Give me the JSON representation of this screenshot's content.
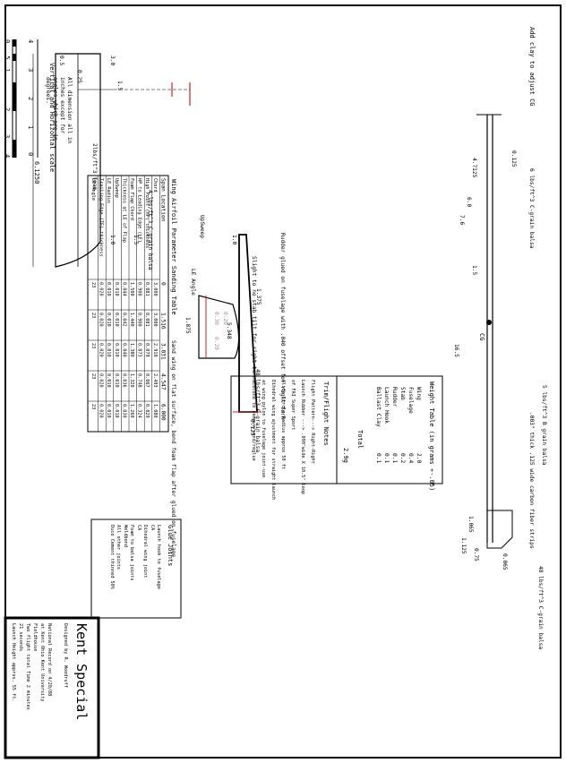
{
  "title_block": {
    "title": "Kent Special",
    "designer": "Designed by R. Woodruff",
    "notes": [
      "National Record on 4/20/88",
      "at Kent Ohio Kent University",
      "Fieldhouse",
      "Two flight total Time 2 minutes",
      "21 seconds",
      "Launch Height approx. 55 ft."
    ]
  },
  "scale": {
    "top_ticks": [
      "4",
      "3",
      "2",
      "1",
      "0"
    ],
    "bottom_ticks": [
      "0",
      ".5",
      "1",
      "2",
      "3",
      "4"
    ],
    "label": "Vertical and Horizontal scale",
    "note_lines": [
      "All dimension all in",
      "inches except for",
      "angles which are in",
      "degrees."
    ]
  },
  "wing": {
    "dims": [
      "0.5",
      "0.25",
      "3.0",
      "1.5",
      "6.1250",
      "1.0",
      "1.5"
    ],
    "foam_label": "2lbs/ft^3 foam",
    "balsa_label": "4 lbs/ft^3 C-grain balsa",
    "sand_note": "Sand wing on flat surface, bend foam flap after glued on fuselage",
    "upsweep_label": "UpSweep",
    "le_angle_label": "LE Angle"
  },
  "stab": {
    "dims": [
      "1.375",
      "1.875",
      "0.30",
      "0.20",
      "0.20"
    ],
    "label": "48 lbs/ft^3 C-grain balsa",
    "tilt_note": "Slight to no stab tilt for right turn"
  },
  "rudder": {
    "dims": [
      "1.0",
      "5.348",
      "0.125"
    ],
    "note": "Rudder glued on fuselage with .040 offset for right turn"
  },
  "fuselage": {
    "clay_note": "Add clay to adjust CG",
    "dims": [
      "0.125",
      "4.7125",
      "6.0",
      "7.6",
      "1.5",
      "16.5",
      "1.065",
      "1.125",
      "0.75",
      "0.065"
    ],
    "cg_label": "CG",
    "balsa_label": "6 lbs/ft^3 C-grain balsa",
    "b_grain_label": "5 lbs/ft^3 B grain balsa",
    "carbon_label": ".003\" thick .125 wide carbon fiber strips",
    "nose_label": "48 lbs/ft^3 C-grain balsa"
  },
  "sanding_table": {
    "title": "Wing Airfoil Parameter Sanding Table",
    "columns": [
      "Span Location",
      "0",
      "1.516",
      "3.031",
      "4.547",
      "6.000"
    ],
    "rows": [
      [
        "Chord",
        "3.000",
        "3.000",
        "2.910",
        "2.493",
        "1.080"
      ],
      [
        "High Point (HP) thickness",
        "0.081",
        "0.081",
        "0.079",
        "0.067",
        "0.029"
      ],
      [
        "HP to Leading Edge (LE)",
        "0.900",
        "0.900",
        "0.873",
        "0.748",
        "0.324"
      ],
      [
        "Foam Flap Chord",
        "1.500",
        "1.440",
        "1.380",
        "1.320",
        "1.260"
      ],
      [
        "Thickness at LE of Flap",
        "0.044",
        "0.042",
        "0.040",
        "0.036",
        "0.030"
      ],
      [
        "UpSweep",
        "0.010",
        "0.010",
        "0.010",
        "0.010",
        "0.010"
      ],
      [
        "LE Radius",
        "0.010",
        "0.010",
        "0.010",
        "0.010",
        "0.010"
      ],
      [
        "Trailing Edge (TE) thickness",
        "0.020",
        "0.020",
        "0.020",
        "0.020",
        "0.020"
      ],
      [
        "LE Angle",
        "23",
        "23",
        "23",
        "23",
        "23"
      ]
    ]
  },
  "weight_table": {
    "title": "Weight Table (in grams +-.05)",
    "rows": [
      [
        "Wing",
        "2.0"
      ],
      [
        "Fuselage",
        "0.4"
      ],
      [
        "Stab",
        "0.2"
      ],
      [
        "Rudder",
        "0.1"
      ],
      [
        "Launch Hook",
        "0.1"
      ],
      [
        "Ballast Clay",
        "0.1"
      ]
    ],
    "total_label": "Total",
    "total_value": "2.9g"
  },
  "trim_notes": {
    "title": "Trim/Flight Notes",
    "lines": [
      "Flight Pattern---> Right-Right",
      "Launch Rubber ---> .090\"wide X 10.5\" loop",
      "of FAI Super Sport",
      "Glide Circle Radius approx 50 ft",
      "Dihedral wing ajustment for straight launch",
      "at wing pylon to fuselage joint-use",
      "acetone to remove/sand/reglue"
    ]
  },
  "glue_joints": {
    "title": "Glue Joints",
    "rows": [
      [
        "Launch hook to fuselage",
        "CA"
      ],
      [
        "Dihedral wing joint",
        "CA"
      ],
      [
        "Foam to balsa joints",
        "Weldbond"
      ],
      [
        "All other joints",
        "Duco Cement thinned 50%"
      ]
    ]
  },
  "colors": {
    "ink": "#000000",
    "centerline": "#cc2222",
    "hatch": "#999999"
  }
}
